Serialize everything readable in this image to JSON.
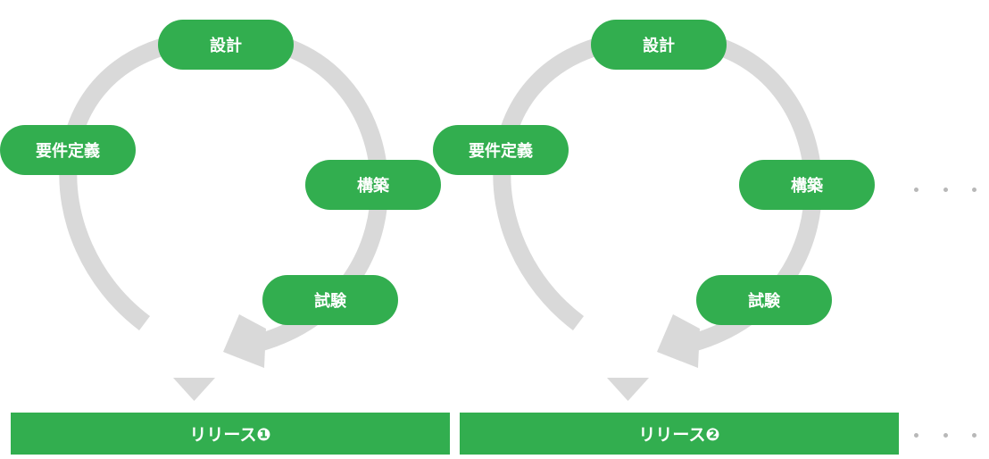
{
  "colors": {
    "accent": "#32ae4f",
    "cycle_arrow": "#d9d9d9",
    "text_on_accent": "#ffffff",
    "ellipsis": "#b8b8b8"
  },
  "cycles": [
    {
      "steps": {
        "design": "設計",
        "requirements": "要件定義",
        "build": "構築",
        "test": "試験"
      },
      "release": "リリース❶"
    },
    {
      "steps": {
        "design": "設計",
        "requirements": "要件定義",
        "build": "構築",
        "test": "試験"
      },
      "release": "リリース❷"
    }
  ],
  "continuation": "・・・"
}
